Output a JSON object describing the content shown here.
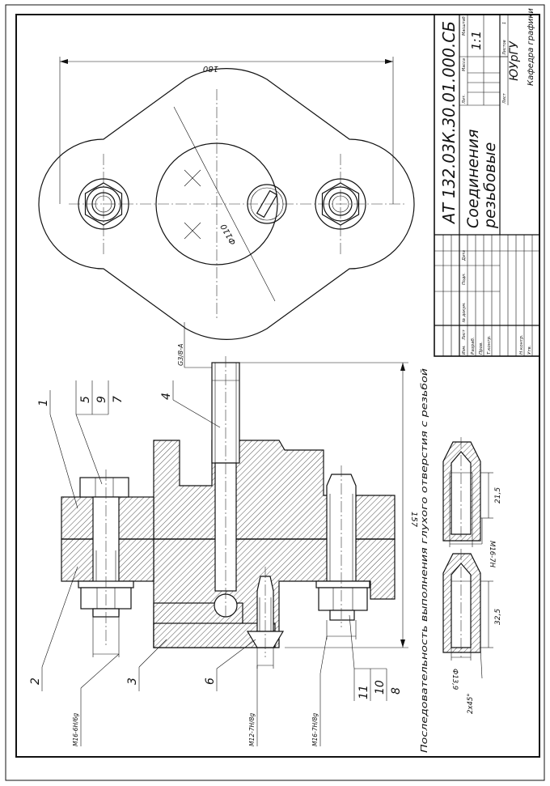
{
  "title_block": {
    "designation": "АТ 132.03К.30.01.000.СБ",
    "name_line1": "Соединения",
    "name_line2": "резьбовые",
    "scale": "1:1",
    "col_lit": "Лит.",
    "col_mass": "Масса",
    "col_scale": "Масштаб",
    "col_sheet": "Лист",
    "col_sheets": "Листов",
    "sheets_count": "1",
    "organization": "ЮУрГУ",
    "department": "Кафедра графики",
    "row_developed": "Разраб.",
    "row_checked": "Пров.",
    "row_tcontrol": "Т.контр.",
    "row_ncontrol": "Н.контр.",
    "row_approved": "Утв.",
    "col_izm": "Изм.",
    "col_list": "Лист",
    "col_doc": "№ докум.",
    "col_sign": "Подп.",
    "col_date": "Дата"
  },
  "caption": "Последовательность выполнения глухого отверстия с резьбой",
  "dimensions": {
    "plan_width": "180",
    "plan_diameter": "Ф110",
    "section_height": "157",
    "thread_pipe": "G3/8-A",
    "thread_m16_bolt": "M16-6H/6g",
    "thread_m12": "M12-7H/8g",
    "thread_m16_stud": "M16-7H/8g",
    "detail_thread": "M16-7H",
    "detail_depth1": "21,5",
    "detail_depth2": "32,5",
    "detail_drill": "Ф13,9",
    "detail_chamfer": "2х45°"
  },
  "positions": {
    "p1": "1",
    "p2": "2",
    "p3": "3",
    "p4": "4",
    "p6": "6",
    "stack_bolt": [
      "5",
      "9",
      "7"
    ],
    "stack_stud": [
      "11",
      "10",
      "8"
    ]
  }
}
